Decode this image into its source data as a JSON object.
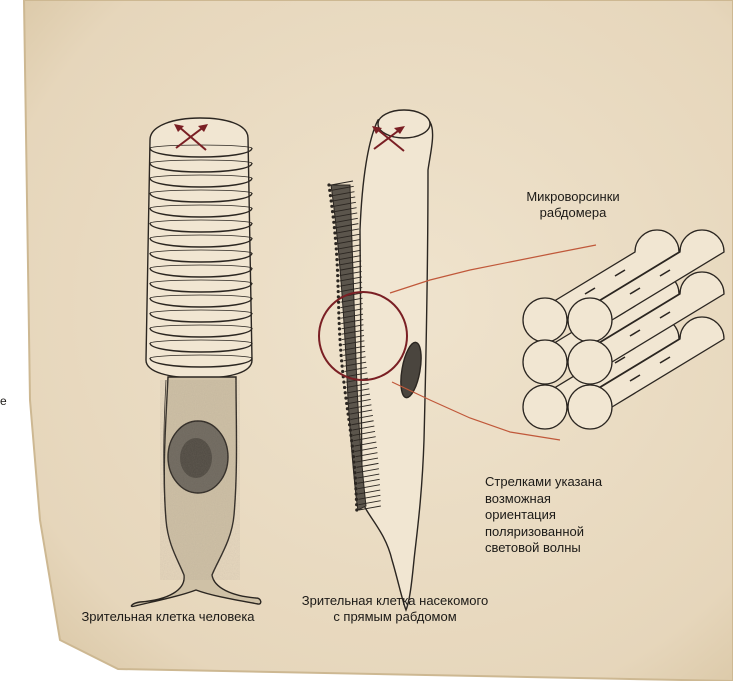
{
  "labels": {
    "human_cell": "Зрительная клетка человека",
    "insect_cell": [
      "Зрительная клетка насекомого",
      "с прямым рабдомом"
    ],
    "microvilli": [
      "Микроворсинки",
      "рабдомера"
    ],
    "arrows_note": [
      "Стрелками указана",
      "возможная",
      "ориентация",
      "поляризованной",
      "световой волны"
    ],
    "edge_fragment": "е"
  },
  "colors": {
    "paper": "#eadcc4",
    "paper_shadow": "#d8c7a6",
    "ink": "#2b2621",
    "accent_red": "#7a1f24",
    "zoom_lines": "#c0583a"
  }
}
